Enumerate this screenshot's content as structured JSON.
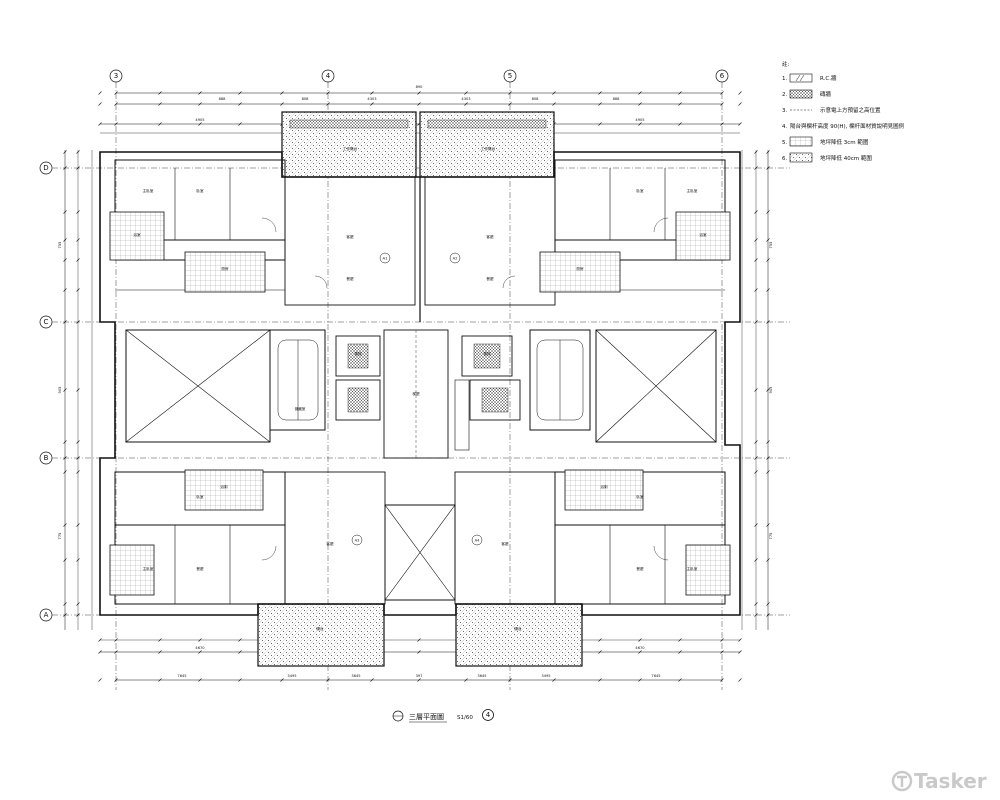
{
  "drawing": {
    "title": "三層平面圖",
    "scale": "S1/60",
    "plan_marker": "4"
  },
  "axes": {
    "columns": [
      "3",
      "4",
      "5",
      "6"
    ],
    "rows": [
      "D",
      "C",
      "B",
      "A"
    ]
  },
  "dimensions": {
    "top_overall": [
      "888",
      "890",
      "888"
    ],
    "top_middle": [
      "808",
      "4303",
      "4303",
      "808"
    ],
    "top_detail": [
      "4905",
      "4905"
    ],
    "bottom_detail": [
      "4670",
      "4670"
    ],
    "bottom_overall": [
      "7645",
      "3495",
      "3645",
      "397",
      "3645",
      "3495",
      "7645"
    ],
    "left_rows": [
      "755",
      "905",
      "775"
    ],
    "right_rows": [
      "755",
      "905",
      "775"
    ]
  },
  "legend": {
    "heading": "註:",
    "items": [
      {
        "num": "1.",
        "text": "R.C.牆"
      },
      {
        "num": "2.",
        "text": "磚牆"
      },
      {
        "num": "3.",
        "text": "示意電上方預留之高位置"
      },
      {
        "num": "4.",
        "text": "陽台與欄杆高度 90(H), 欄杆面材質說明見圖例"
      },
      {
        "num": "5.",
        "text": "地坪降低 3cm 範圍"
      },
      {
        "num": "6.",
        "text": "地坪降低 40cm 範圍"
      }
    ]
  },
  "rooms": {
    "labels": [
      "臥室",
      "主臥室",
      "客廳",
      "餐廳",
      "浴室",
      "廚房",
      "陽台",
      "工作陽台",
      "梯廳",
      "電梯",
      "儲藏室",
      "浴廁"
    ],
    "unit_codes": [
      "A1",
      "A2",
      "A3",
      "A4"
    ]
  },
  "watermark": "Tasker",
  "colors": {
    "line": "#111111",
    "hatch": "#555555",
    "dim": "#222222"
  }
}
